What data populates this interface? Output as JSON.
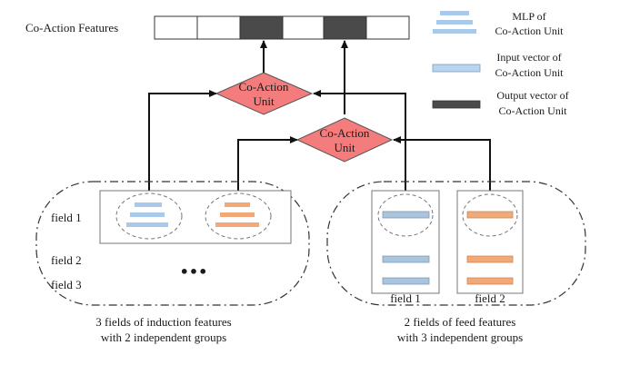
{
  "output_bar": {
    "label": "Co-Action Features",
    "cells": [
      "empty",
      "empty",
      "filled",
      "empty",
      "filled",
      "empty"
    ]
  },
  "units": {
    "left": {
      "line1": "Co-Action",
      "line2": "Unit"
    },
    "right": {
      "line1": "Co-Action",
      "line2": "Unit"
    }
  },
  "legend": {
    "mlp": {
      "line1": "MLP of",
      "line2": "Co-Action Unit"
    },
    "input": {
      "line1": "Input vector of",
      "line2": "Co-Action Unit"
    },
    "output": {
      "line1": "Output vector of",
      "line2": "Co-Action Unit"
    }
  },
  "induction": {
    "field_labels": [
      "field 1",
      "field 2",
      "field 3"
    ],
    "ellipsis": "•••",
    "caption_line1": "3 fields of induction features",
    "caption_line2": "with 2 independent groups"
  },
  "feed": {
    "column_labels": [
      "field 1",
      "field 2"
    ],
    "caption_line1": "2 fields of feed features",
    "caption_line2": "with 3 independent groups"
  },
  "colors": {
    "blue_bar": "#a9c9ea",
    "blue_vector": "#aac4dd",
    "orange": "#f2a978",
    "diamond": "#f47c7c",
    "dark_cell": "#4a4a4a",
    "arrow": "#111111"
  }
}
